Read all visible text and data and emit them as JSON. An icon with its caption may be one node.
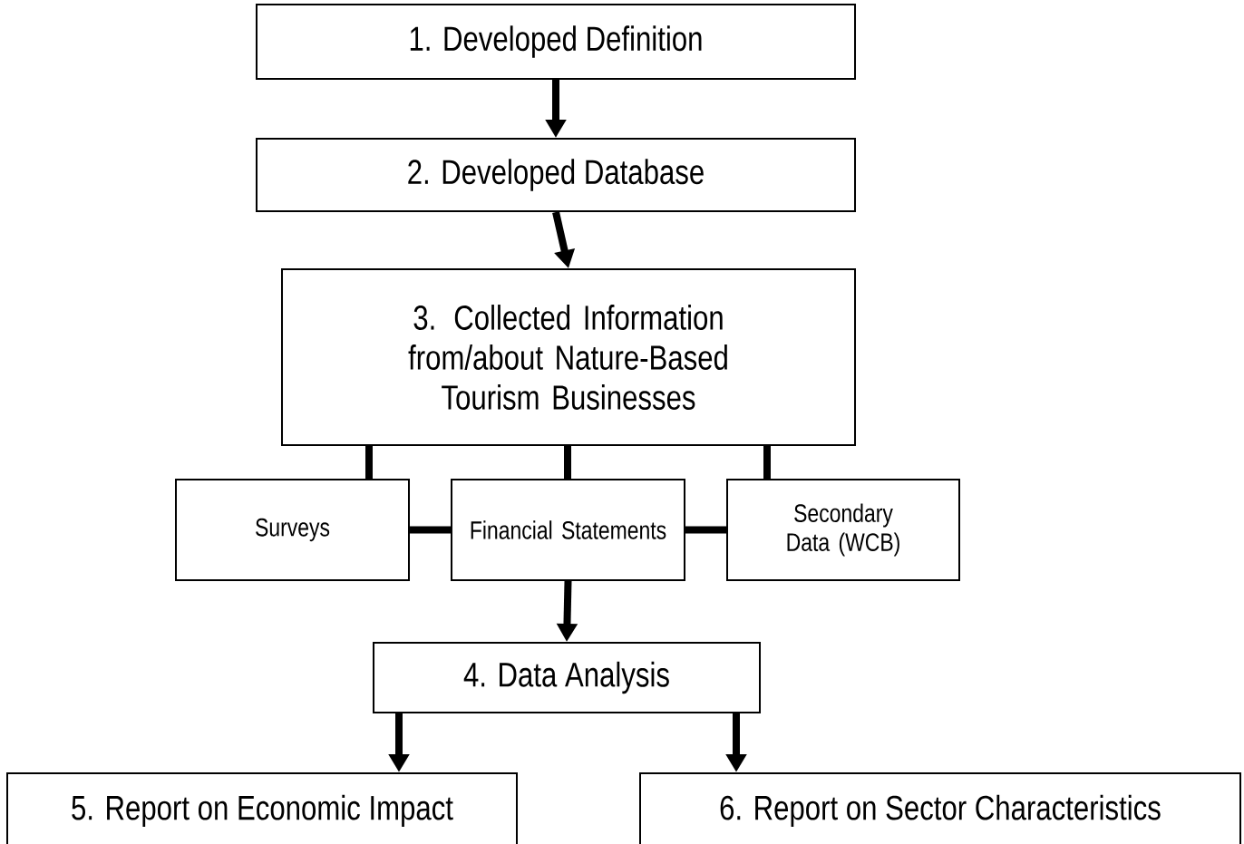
{
  "diagram": {
    "nodes": [
      {
        "text": [
          "1. Developed Definition"
        ]
      },
      {
        "text": [
          "2. Developed Database"
        ]
      },
      {
        "text": [
          "3. Collected Information from/about Nature-Based Tourism Businesses"
        ]
      },
      {
        "text": [
          "Surveys"
        ]
      },
      {
        "text": [
          "Financial Statements"
        ]
      },
      {
        "text": [
          "Secondary Data (WCB)"
        ]
      },
      {
        "text": [
          "4. Data Analysis"
        ]
      },
      {
        "text": [
          "5. Report on Economic Impact"
        ]
      },
      {
        "text": [
          "6. Report on Sector Characteristics"
        ]
      }
    ],
    "edges": [
      {
        "from": 0,
        "to": 1,
        "arrow": "to"
      },
      {
        "from": 1,
        "to": 2,
        "arrow": "to"
      },
      {
        "from": 2,
        "to": 3,
        "arrow": "none"
      },
      {
        "from": 2,
        "to": 4,
        "arrow": "none"
      },
      {
        "from": 2,
        "to": 5,
        "arrow": "none"
      },
      {
        "from": 3,
        "to": 4,
        "arrow": "none"
      },
      {
        "from": 4,
        "to": 5,
        "arrow": "none"
      },
      {
        "from": 4,
        "to": 6,
        "arrow": "to"
      },
      {
        "from": 6,
        "to": 7,
        "arrow": "to"
      },
      {
        "from": 6,
        "to": 8,
        "arrow": "to"
      }
    ]
  }
}
